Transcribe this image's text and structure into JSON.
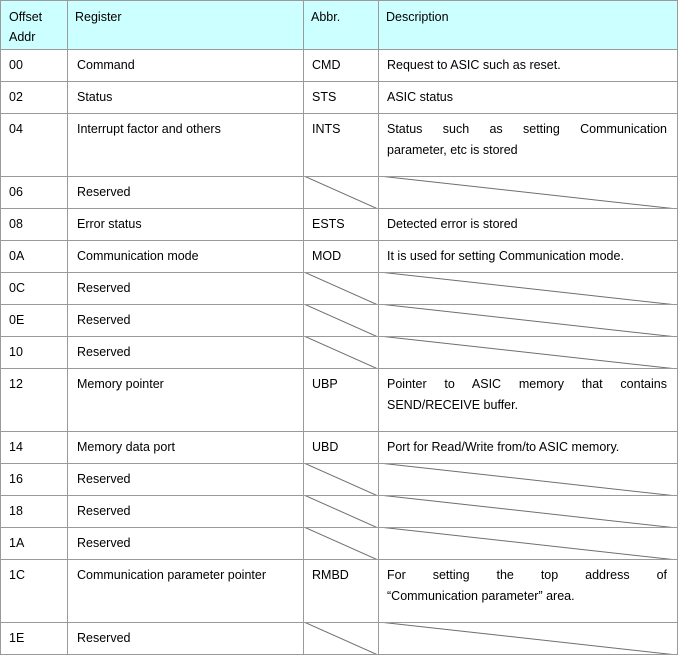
{
  "table": {
    "header": {
      "offset_line1": "Offset",
      "offset_line2": "Addr",
      "register": "Register",
      "abbr": "Abbr.",
      "description": "Description"
    },
    "rows": [
      {
        "offset": "00",
        "register": "Command",
        "abbr": "CMD",
        "desc_lines": [
          "Request to ASIC such as reset."
        ],
        "reserved": false
      },
      {
        "offset": "02",
        "register": "Status",
        "abbr": "STS",
        "desc_lines": [
          "ASIC status"
        ],
        "reserved": false
      },
      {
        "offset": "04",
        "register": "Interrupt factor and others",
        "abbr": "INTS",
        "desc_lines": [
          "Status such as setting Communication",
          "parameter, etc is stored"
        ],
        "reserved": false
      },
      {
        "offset": "06",
        "register": "Reserved",
        "abbr": "",
        "desc_lines": [],
        "reserved": true
      },
      {
        "offset": "08",
        "register": "Error status",
        "abbr": "ESTS",
        "desc_lines": [
          "Detected error is stored"
        ],
        "reserved": false
      },
      {
        "offset": "0A",
        "register": "Communication mode",
        "abbr": "MOD",
        "desc_lines": [
          "It is used for setting Communication mode."
        ],
        "reserved": false
      },
      {
        "offset": "0C",
        "register": "Reserved",
        "abbr": "",
        "desc_lines": [],
        "reserved": true
      },
      {
        "offset": "0E",
        "register": "Reserved",
        "abbr": "",
        "desc_lines": [],
        "reserved": true
      },
      {
        "offset": "10",
        "register": "Reserved",
        "abbr": "",
        "desc_lines": [],
        "reserved": true
      },
      {
        "offset": "12",
        "register": "Memory pointer",
        "abbr": "UBP",
        "desc_lines": [
          "Pointer to ASIC memory that contains",
          "SEND/RECEIVE buffer."
        ],
        "reserved": false
      },
      {
        "offset": "14",
        "register": "Memory data port",
        "abbr": "UBD",
        "desc_lines": [
          "Port for Read/Write from/to ASIC memory."
        ],
        "reserved": false
      },
      {
        "offset": "16",
        "register": "Reserved",
        "abbr": "",
        "desc_lines": [],
        "reserved": true
      },
      {
        "offset": "18",
        "register": "Reserved",
        "abbr": "",
        "desc_lines": [],
        "reserved": true
      },
      {
        "offset": "1A",
        "register": "Reserved",
        "abbr": "",
        "desc_lines": [],
        "reserved": true
      },
      {
        "offset": "1C",
        "register": "Communication parameter pointer",
        "abbr": "RMBD",
        "desc_lines": [
          "For setting the top address of",
          "“Communication parameter” area."
        ],
        "reserved": false
      },
      {
        "offset": "1E",
        "register": "Reserved",
        "abbr": "",
        "desc_lines": [],
        "reserved": true
      }
    ]
  },
  "colors": {
    "header_background": "#ccffff",
    "grid_line": "#9a9a9a",
    "header_rule": "#1a1a1a",
    "slash_line": "#6f6f6f",
    "text": "#000000",
    "page_background": "#ffffff"
  }
}
